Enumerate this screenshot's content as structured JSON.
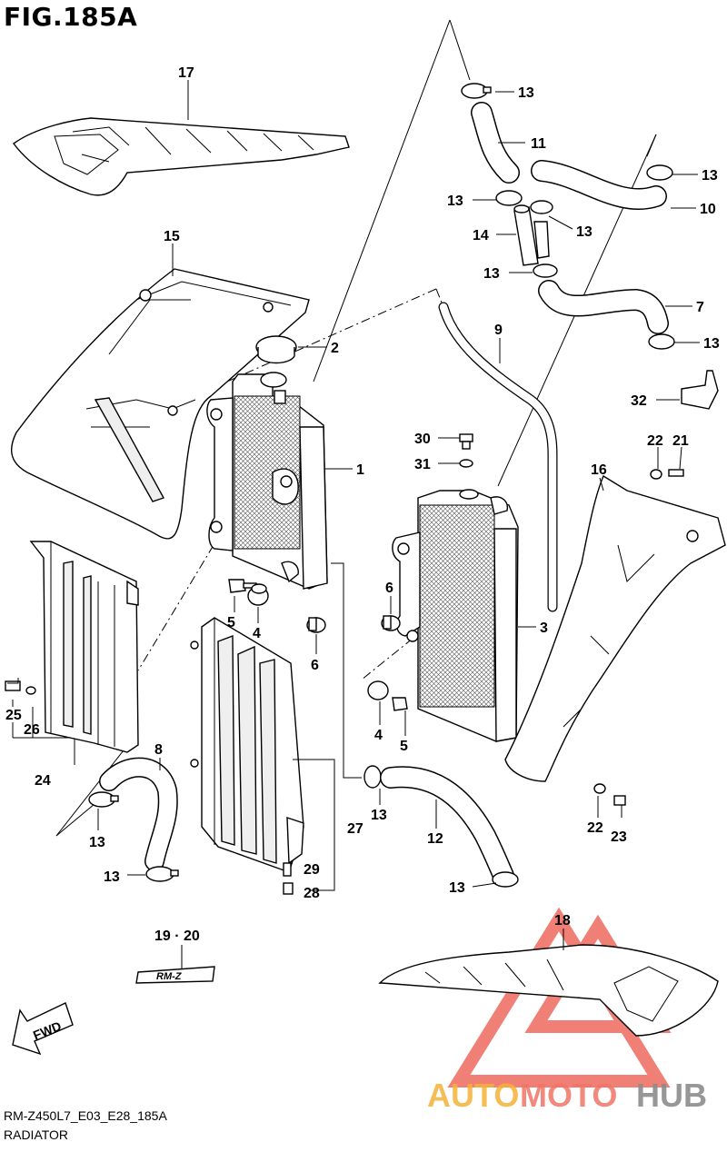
{
  "figure": {
    "title": "FIG.185A"
  },
  "footer": {
    "model_code": "RM-Z450L7_E03_E28_185A",
    "section_name": "RADIATOR"
  },
  "watermark": {
    "text_auto": "AUTO",
    "text_moto": "MOTO",
    "text_hub": "HUB",
    "color_auto": "#f5b13a",
    "color_moto": "#ee7466",
    "color_hub": "#8c8c8c",
    "logo_color": "#ee6a5f"
  },
  "emblem": {
    "text": "RM-Z"
  },
  "fwd_badge": {
    "text": "FWD"
  },
  "callouts": [
    {
      "id": "c17",
      "label": "17"
    },
    {
      "id": "c15",
      "label": "15"
    },
    {
      "id": "c2",
      "label": "2"
    },
    {
      "id": "c1",
      "label": "1"
    },
    {
      "id": "c5a",
      "label": "5"
    },
    {
      "id": "c4a",
      "label": "4"
    },
    {
      "id": "c6a",
      "label": "6"
    },
    {
      "id": "c25",
      "label": "25"
    },
    {
      "id": "c26",
      "label": "26"
    },
    {
      "id": "c24",
      "label": "24"
    },
    {
      "id": "c8",
      "label": "8"
    },
    {
      "id": "c13a",
      "label": "13"
    },
    {
      "id": "c13b",
      "label": "13"
    },
    {
      "id": "c27",
      "label": "27"
    },
    {
      "id": "c29",
      "label": "29"
    },
    {
      "id": "c28",
      "label": "28"
    },
    {
      "id": "c1920",
      "label": "19 · 20"
    },
    {
      "id": "c13c",
      "label": "13"
    },
    {
      "id": "c11",
      "label": "11"
    },
    {
      "id": "c13d",
      "label": "13"
    },
    {
      "id": "c13e",
      "label": "13"
    },
    {
      "id": "c14",
      "label": "14"
    },
    {
      "id": "c13f",
      "label": "13"
    },
    {
      "id": "c13g",
      "label": "13"
    },
    {
      "id": "c10",
      "label": "10"
    },
    {
      "id": "c7",
      "label": "7"
    },
    {
      "id": "c13h",
      "label": "13"
    },
    {
      "id": "c32",
      "label": "32"
    },
    {
      "id": "c9",
      "label": "9"
    },
    {
      "id": "c30",
      "label": "30"
    },
    {
      "id": "c31",
      "label": "31"
    },
    {
      "id": "c22a",
      "label": "22"
    },
    {
      "id": "c21",
      "label": "21"
    },
    {
      "id": "c16",
      "label": "16"
    },
    {
      "id": "c3",
      "label": "3"
    },
    {
      "id": "c6b",
      "label": "6"
    },
    {
      "id": "c4b",
      "label": "4"
    },
    {
      "id": "c5b",
      "label": "5"
    },
    {
      "id": "c13i",
      "label": "13"
    },
    {
      "id": "c12",
      "label": "12"
    },
    {
      "id": "c13j",
      "label": "13"
    },
    {
      "id": "c22b",
      "label": "22"
    },
    {
      "id": "c23",
      "label": "23"
    },
    {
      "id": "c18",
      "label": "18"
    }
  ]
}
